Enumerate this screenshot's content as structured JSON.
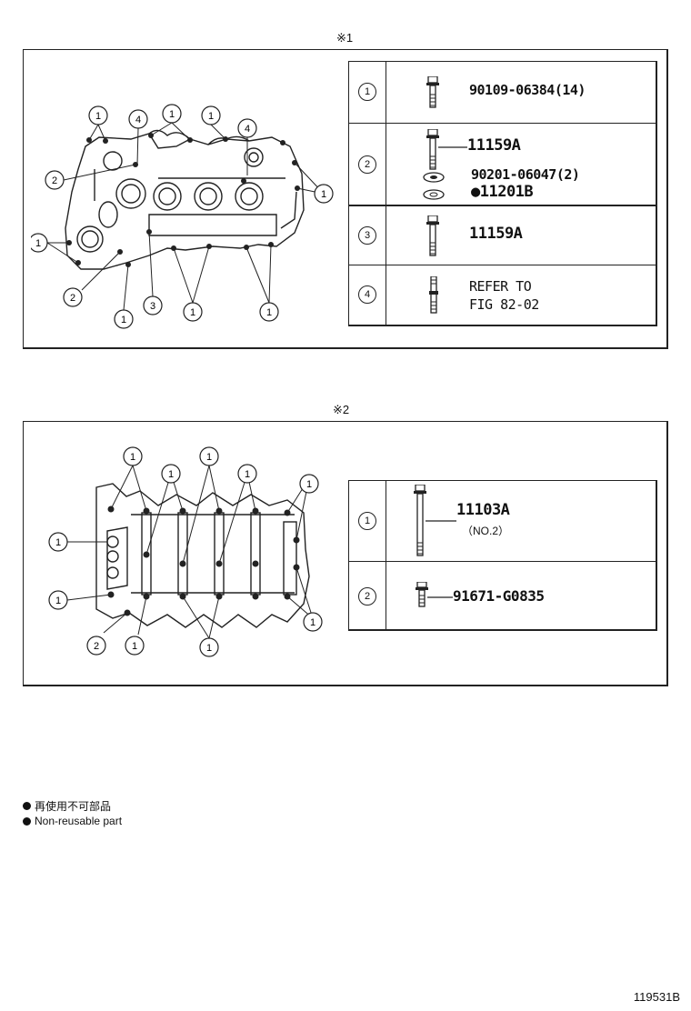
{
  "section1": {
    "mark": "※1",
    "callouts": {
      "c1": "1",
      "c2": "2",
      "c3": "3",
      "c4": "4"
    },
    "parts": [
      {
        "num": "1",
        "part": "90109-06384(14)"
      },
      {
        "num": "2",
        "part": "11159A",
        "washer": "90201-06047(2)",
        "gasket": "●11201B"
      },
      {
        "num": "3",
        "part": "11159A"
      },
      {
        "num": "4",
        "ref_line1": "REFER TO",
        "ref_line2": "FIG 82-02"
      }
    ]
  },
  "section2": {
    "mark": "※2",
    "callouts": {
      "c1": "1",
      "c2": "2"
    },
    "parts": [
      {
        "num": "1",
        "part": "11103A",
        "note": "（NO.2）"
      },
      {
        "num": "2",
        "part": "91671-G0835"
      }
    ]
  },
  "legend": {
    "jp": "再使用不可部品",
    "en": "Non-reusable part"
  },
  "illustration_code": "119531B"
}
